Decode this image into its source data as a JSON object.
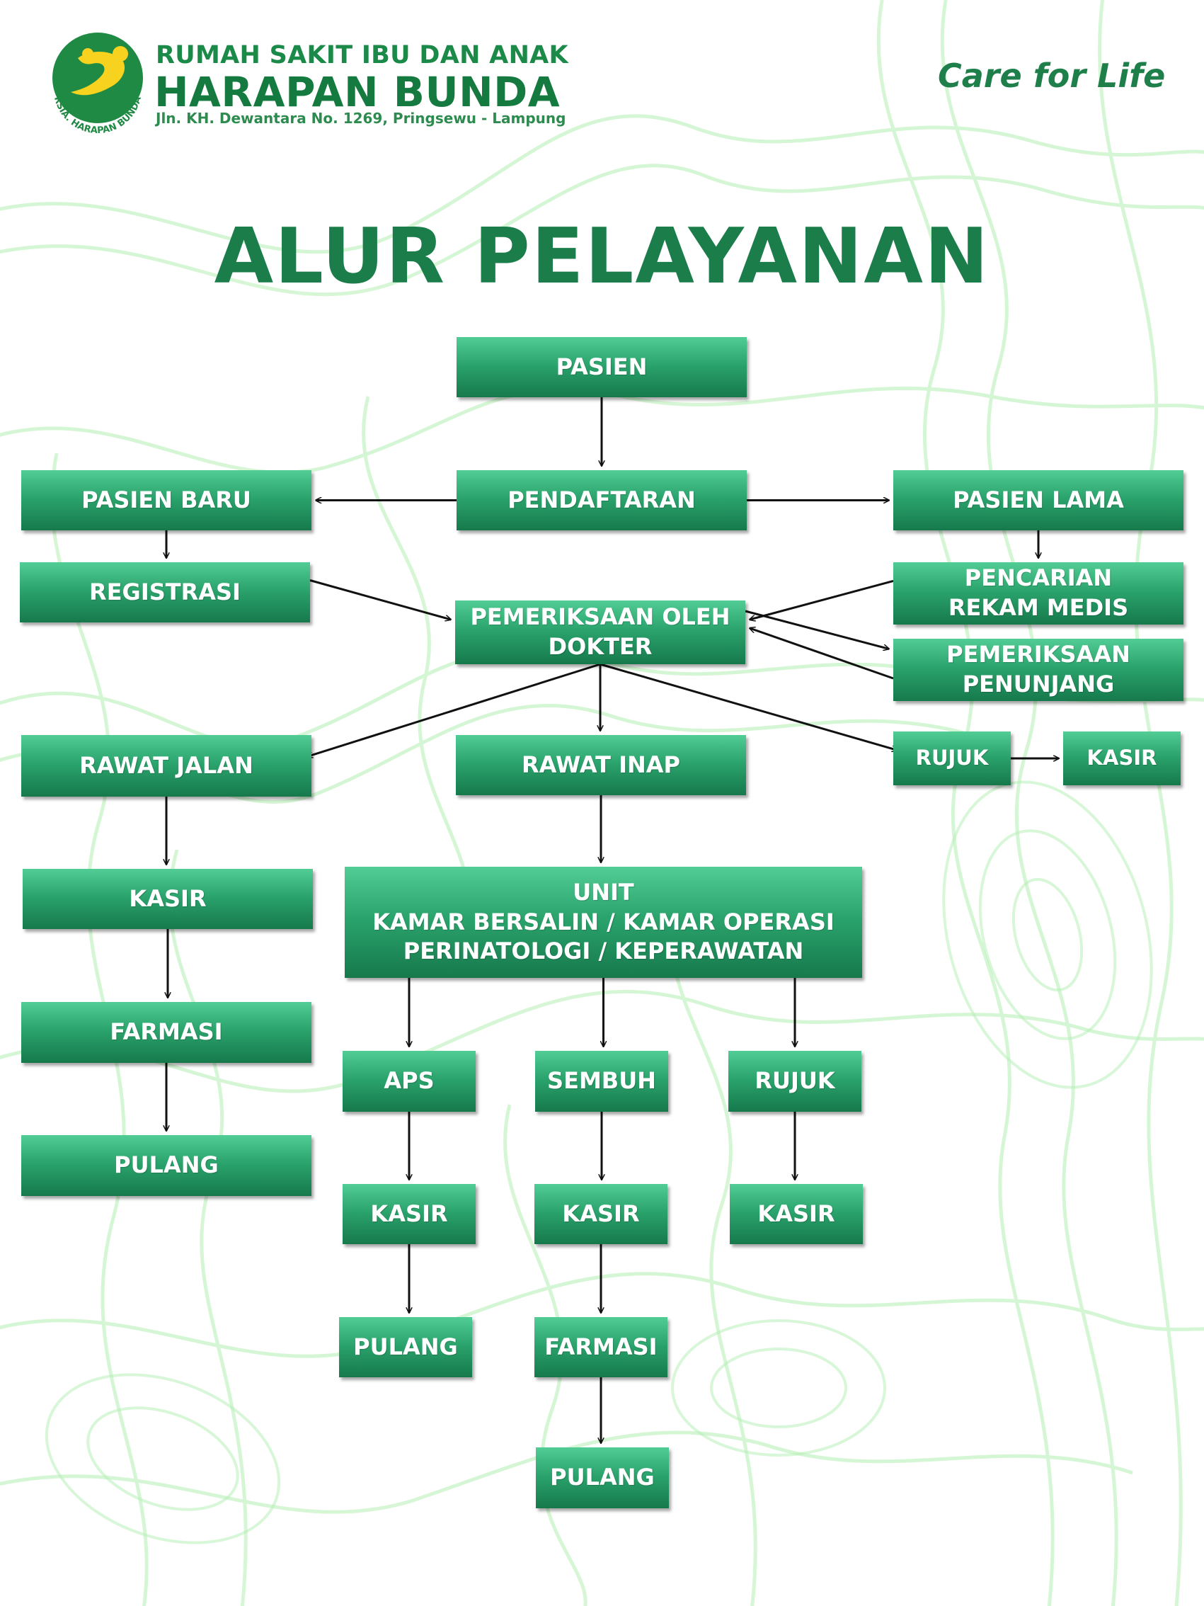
{
  "header": {
    "logo_text": "RSIA. HARAPAN BUNDA",
    "hospital_subtitle": "RUMAH SAKIT IBU DAN ANAK",
    "hospital_name": "HARAPAN BUNDA",
    "address": "Jln. KH. Dewantara No. 1269, Pringsewu - Lampung",
    "tagline": "Care for Life"
  },
  "title": "ALUR PELAYANAN",
  "colors": {
    "box_light": "#52cd95",
    "box_dark": "#16794c",
    "title_green": "#1a7d4a",
    "background_lines": "#c8f3c8"
  },
  "nodes": {
    "pasien": "PASIEN",
    "pendaftaran": "PENDAFTARAN",
    "pasien_baru": "PASIEN BARU",
    "pasien_lama": "PASIEN LAMA",
    "registrasi": "REGISTRASI",
    "pencarian_rm": "PENCARIAN\nREKAM MEDIS",
    "pemeriksaan_dokter": "PEMERIKSAAN OLEH\nDOKTER",
    "pemeriksaan_penunjang": "PEMERIKSAAN\nPENUNJANG",
    "rawat_jalan": "RAWAT JALAN",
    "rawat_inap": "RAWAT INAP",
    "rujuk_top": "RUJUK",
    "kasir_top": "KASIR",
    "kasir_rj": "KASIR",
    "farmasi_rj": "FARMASI",
    "pulang_rj": "PULANG",
    "unit": "UNIT\nKAMAR BERSALIN / KAMAR OPERASI\nPERINATOLOGI / KEPERAWATAN",
    "aps": "APS",
    "sembuh": "SEMBUH",
    "rujuk_unit": "RUJUK",
    "kasir_aps": "KASIR",
    "kasir_sembuh": "KASIR",
    "kasir_rujuk": "KASIR",
    "pulang_aps": "PULANG",
    "farmasi_sembuh": "FARMASI",
    "pulang_sembuh": "PULANG"
  },
  "edges": [
    [
      "pasien",
      "pendaftaran"
    ],
    [
      "pendaftaran",
      "pasien_baru"
    ],
    [
      "pendaftaran",
      "pasien_lama"
    ],
    [
      "pasien_baru",
      "registrasi"
    ],
    [
      "pasien_lama",
      "pencarian_rm"
    ],
    [
      "registrasi",
      "pemeriksaan_dokter"
    ],
    [
      "pencarian_rm",
      "pemeriksaan_dokter"
    ],
    [
      "pemeriksaan_dokter",
      "pemeriksaan_penunjang"
    ],
    [
      "pemeriksaan_penunjang",
      "pemeriksaan_dokter"
    ],
    [
      "pemeriksaan_dokter",
      "rawat_jalan"
    ],
    [
      "pemeriksaan_dokter",
      "rawat_inap"
    ],
    [
      "pemeriksaan_dokter",
      "rujuk_top"
    ],
    [
      "rujuk_top",
      "kasir_top"
    ],
    [
      "rawat_jalan",
      "kasir_rj"
    ],
    [
      "kasir_rj",
      "farmasi_rj"
    ],
    [
      "farmasi_rj",
      "pulang_rj"
    ],
    [
      "rawat_inap",
      "unit"
    ],
    [
      "unit",
      "aps"
    ],
    [
      "unit",
      "sembuh"
    ],
    [
      "unit",
      "rujuk_unit"
    ],
    [
      "aps",
      "kasir_aps"
    ],
    [
      "sembuh",
      "kasir_sembuh"
    ],
    [
      "rujuk_unit",
      "kasir_rujuk"
    ],
    [
      "kasir_aps",
      "pulang_aps"
    ],
    [
      "kasir_sembuh",
      "farmasi_sembuh"
    ],
    [
      "farmasi_sembuh",
      "pulang_sembuh"
    ]
  ]
}
